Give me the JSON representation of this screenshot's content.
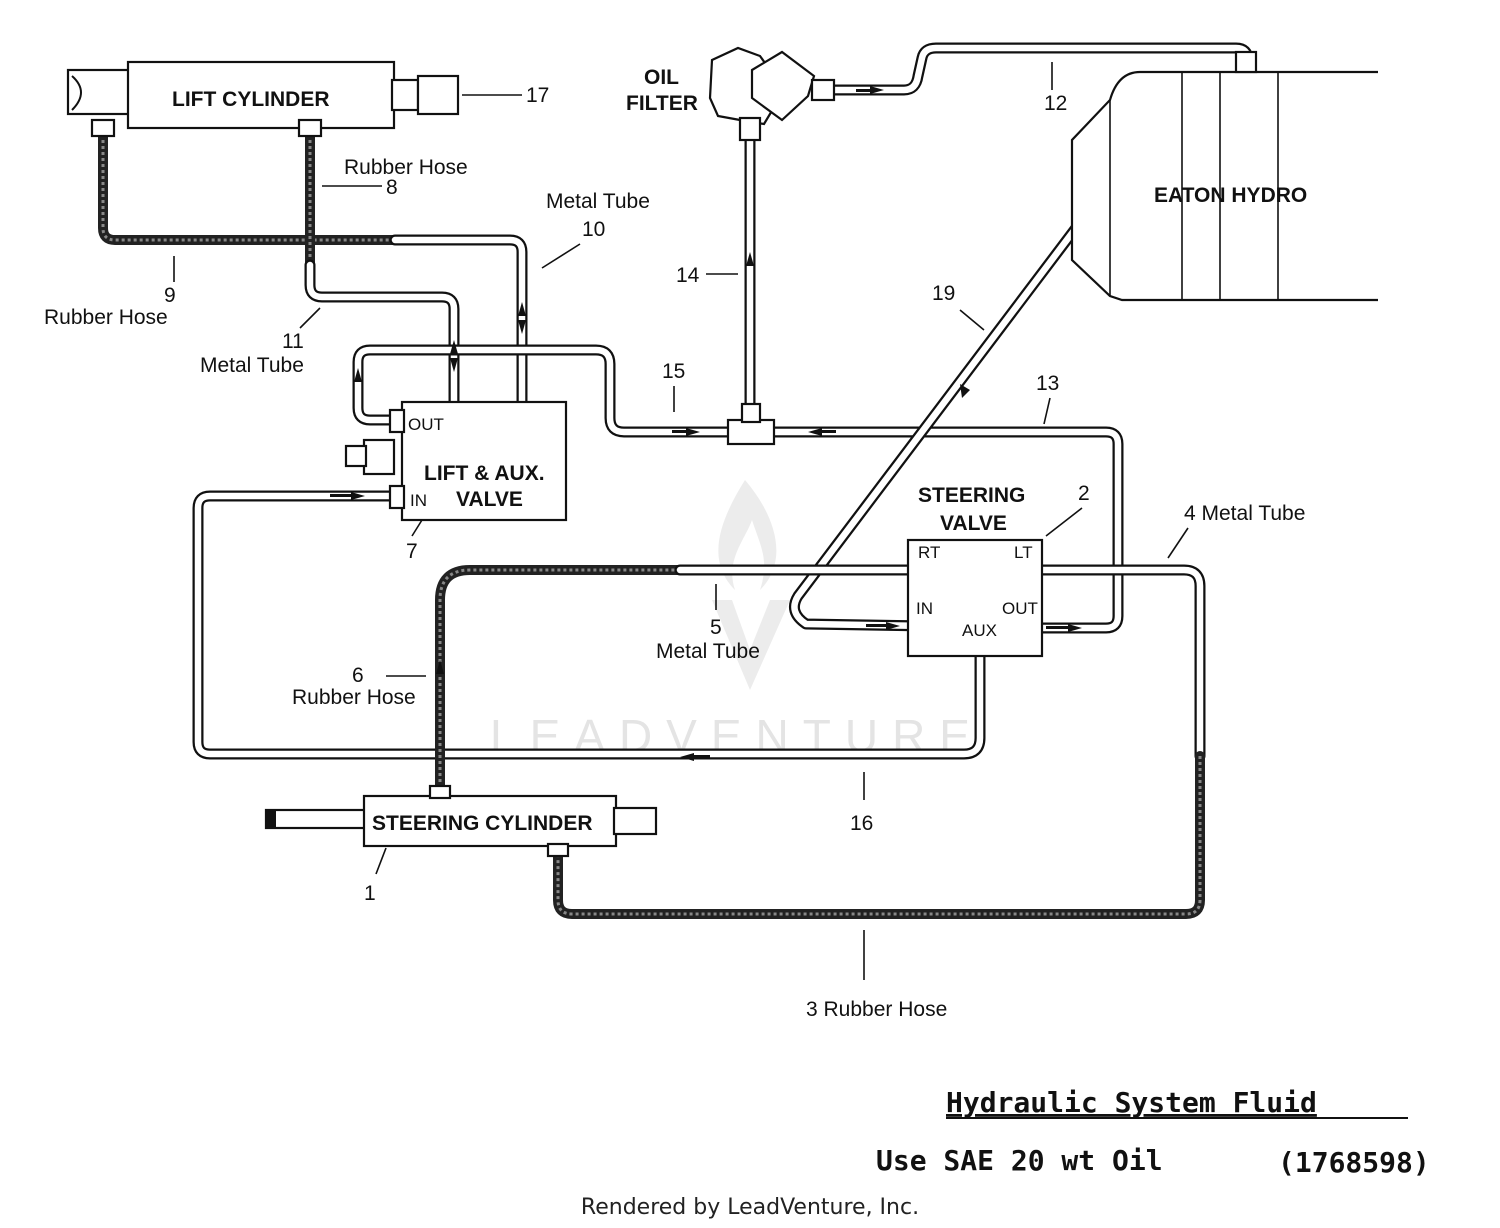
{
  "components": {
    "lift_cylinder": "LIFT CYLINDER",
    "oil_filter_line1": "OIL",
    "oil_filter_line2": "FILTER",
    "eaton_hydro": "EATON HYDRO",
    "lift_aux_valve_line1": "LIFT & AUX.",
    "lift_aux_valve_line2": "VALVE",
    "steering_valve_line1": "STEERING",
    "steering_valve_line2": "VALVE",
    "steering_cylinder": "STEERING CYLINDER"
  },
  "ports": {
    "out": "OUT",
    "in": "IN",
    "rt": "RT",
    "lt": "LT",
    "sv_in": "IN",
    "sv_out": "OUT",
    "aux": "AUX"
  },
  "callouts": {
    "c1": "1",
    "c2": "2",
    "c3": "3  Rubber Hose",
    "c4": "4 Metal Tube",
    "c5_num": "5",
    "c5_text": "Metal Tube",
    "c6_num": "6",
    "c6_text": "Rubber Hose",
    "c7": "7",
    "c8_text": "Rubber Hose",
    "c8_num": "8",
    "c9_num": "9",
    "c9_text": "Rubber Hose",
    "c10_text": "Metal Tube",
    "c10_num": "10",
    "c11_num": "11",
    "c11_text": "Metal Tube",
    "c12": "12",
    "c13": "13",
    "c14": "14",
    "c15": "15",
    "c16": "16",
    "c17": "17",
    "c19": "19"
  },
  "footer": {
    "title": "Hydraulic System Fluid",
    "oil": "Use SAE 20 wt Oil",
    "part": "(1768598)"
  },
  "watermark": "LEADVENTURE",
  "credit": "Rendered by LeadVenture, Inc."
}
